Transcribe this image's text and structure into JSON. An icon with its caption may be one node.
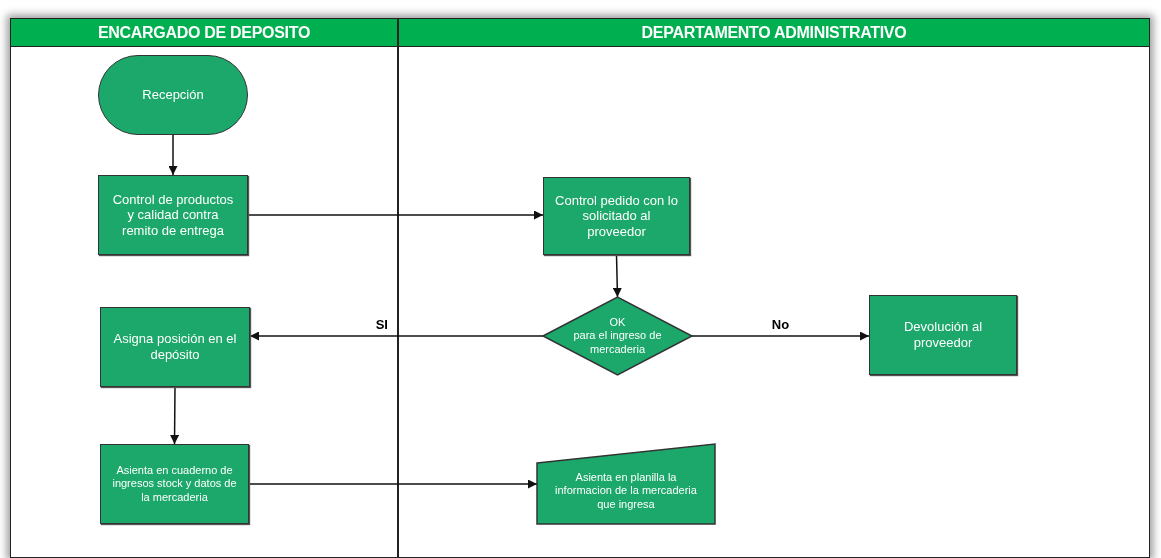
{
  "diagram": {
    "nodes": [
      {
        "text": [
          "ENCARGADO DE DEPOSITO"
        ]
      },
      {
        "text": [
          "DEPARTAMENTO ADMINISTRATIVO"
        ]
      },
      {
        "text": [
          "Recepción"
        ],
        "in": 0
      },
      {
        "text": [
          "Control de productos y calidad contra remito de entrega"
        ],
        "in": 0
      },
      {
        "text": [
          "Control pedido con lo solicitado al proveedor"
        ],
        "in": 1
      },
      {
        "text": [
          "OK",
          "para el ingreso de mercaderia"
        ],
        "in": 1
      },
      {
        "text": [
          "Devolución al proveedor"
        ],
        "in": 1
      },
      {
        "text": [
          "Asigna posición en el depósito"
        ],
        "in": 0
      },
      {
        "text": [
          "Asienta en cuaderno de ingresos stock y datos de la mercaderia"
        ],
        "in": 0
      },
      {
        "text": [
          "Asienta en planilla la informacion de la mercaderia que ingresa"
        ],
        "in": 1
      }
    ],
    "edges": [
      {
        "from": 2,
        "to": 3,
        "arrow": "to"
      },
      {
        "from": 3,
        "to": 4,
        "arrow": "to"
      },
      {
        "from": 4,
        "to": 5,
        "arrow": "to"
      },
      {
        "from": 5,
        "to": 7,
        "arrow": "to",
        "label": "SI"
      },
      {
        "from": 5,
        "to": 6,
        "arrow": "to",
        "label": "No"
      },
      {
        "from": 7,
        "to": 8,
        "arrow": "to"
      },
      {
        "from": 8,
        "to": 9,
        "arrow": "to"
      }
    ]
  }
}
